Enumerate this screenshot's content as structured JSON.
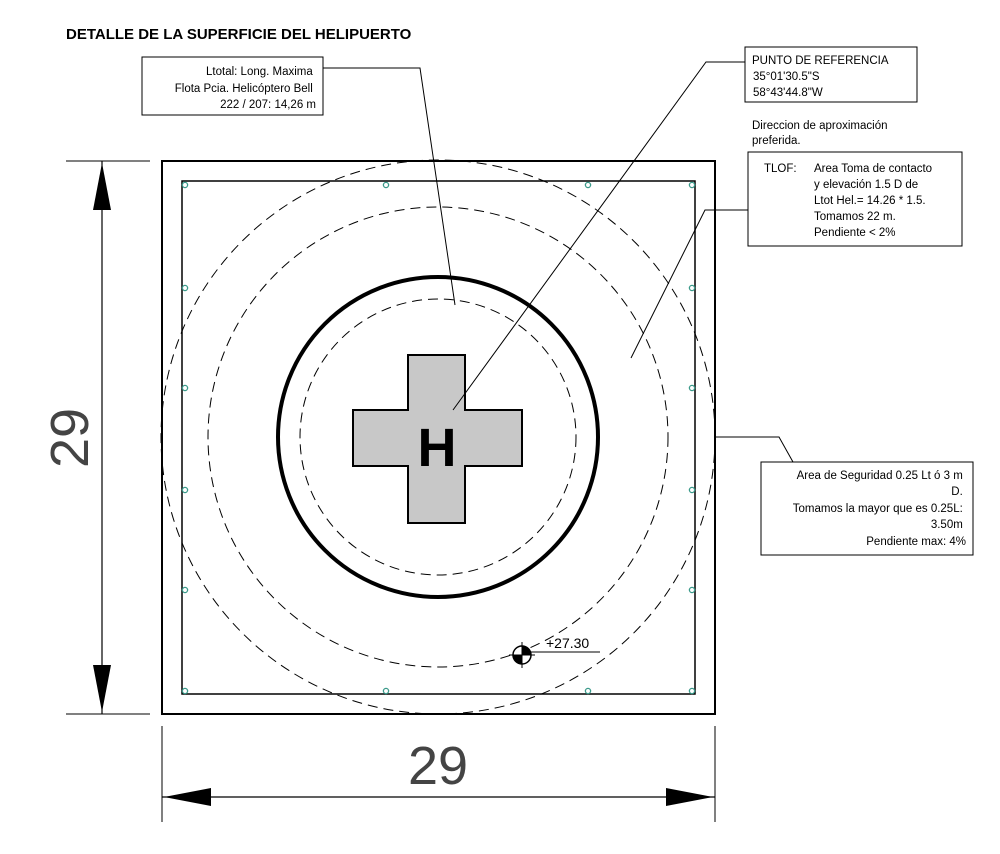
{
  "title": "DETALLE DE LA SUPERFICIE DEL HELIPUERTO",
  "notes": {
    "ltotal": [
      "Ltotal: Long. Maxima",
      "Flota Pcia. Helicóptero Bell",
      "222 / 207: 14,26 m"
    ],
    "reference_point": [
      "PUNTO DE REFERENCIA",
      "35°01'30.5\"S",
      "58°43'44.8\"W"
    ],
    "approach_direction": [
      "Direccion de aproximación",
      "preferida."
    ],
    "tlof_label": "TLOF:",
    "tlof": [
      "Area Toma de contacto",
      "y elevación 1.5 D de",
      "Ltot Hel.= 14.26 * 1.5.",
      "Tomamos 22 m.",
      "Pendiente < 2%"
    ],
    "safety_area": [
      "Area de Seguridad 0.25 Lt ó 3 m",
      "D.",
      "Tomamos la mayor que es 0.25L:",
      "3.50m",
      "Pendiente max: 4%"
    ]
  },
  "dimensions": {
    "vertical": "29",
    "horizontal": "29"
  },
  "elevation": "+27.30",
  "h_marking": "H",
  "colors": {
    "line": "#000000",
    "cross_fill": "#c8c8c8",
    "light_marker": "#3a9a8a",
    "dimension_text": "#444444"
  }
}
